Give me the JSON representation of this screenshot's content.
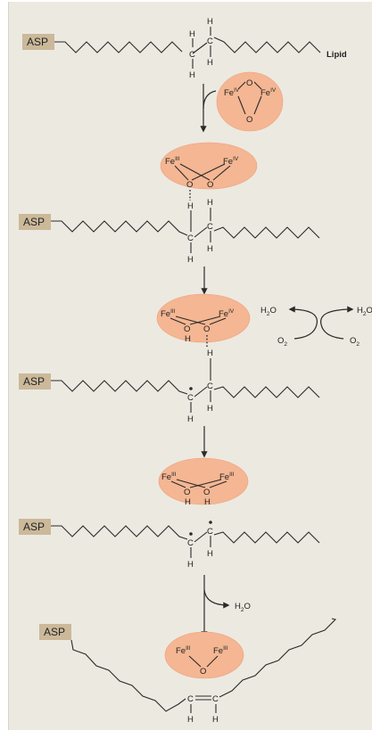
{
  "labels": {
    "asp": "ASP",
    "lipid": "Lipid",
    "h": "H",
    "c": "C",
    "o": "O",
    "fe": "Fe",
    "fe_iv": "IV",
    "fe_iii": "III",
    "h2o_h": "H",
    "h2o_sub": "2",
    "h2o_o": "O",
    "o2_o": "O",
    "o2_sub": "2"
  },
  "colors": {
    "background": "#ece9e1",
    "asp_tag": "#cbb99a",
    "iron_complex": "#f4b693",
    "line": "#2a2a2a"
  }
}
